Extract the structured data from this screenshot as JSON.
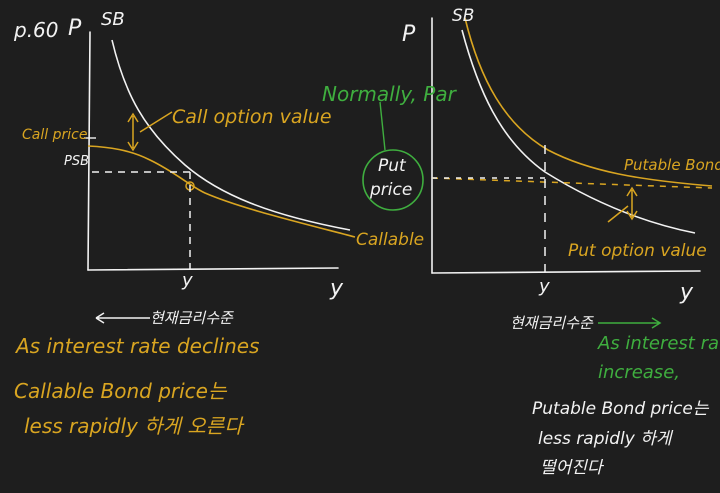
{
  "page": {
    "label": "p.60"
  },
  "left": {
    "price_axis": "P",
    "curve_straight": "SB",
    "curve_callable": "Callable",
    "call_price": "Call price",
    "psb": "PSB",
    "call_option_value": "Call option value",
    "x_axis": "y",
    "y_mark": "y",
    "korean_market_rate": "현재금리수준",
    "note_line1": "As interest rate declines",
    "note_line2": "Callable Bond price는",
    "note_line3": "less rapidly 하게 오른다"
  },
  "right": {
    "price_axis": "P",
    "curve_straight": "SB",
    "normally_par": "Normally, Par",
    "put_price_line1": "Put",
    "put_price_line2": "price",
    "curve_putable": "Putable Bond",
    "put_option_value": "Put option value",
    "x_axis": "y",
    "y_mark": "y",
    "korean_market_rate": "현재금리수준",
    "note_green_line1": "As interest rate",
    "note_green_line2": "increase,",
    "note_white_line1": "Putable Bond price는",
    "note_white_line2": "less rapidly 하게",
    "note_white_line3": "떨어진다"
  },
  "colors": {
    "background": "#1e1e1e",
    "ink": "#f2f2f2",
    "callable": "#d9a521",
    "note_green": "#3fae3f"
  }
}
